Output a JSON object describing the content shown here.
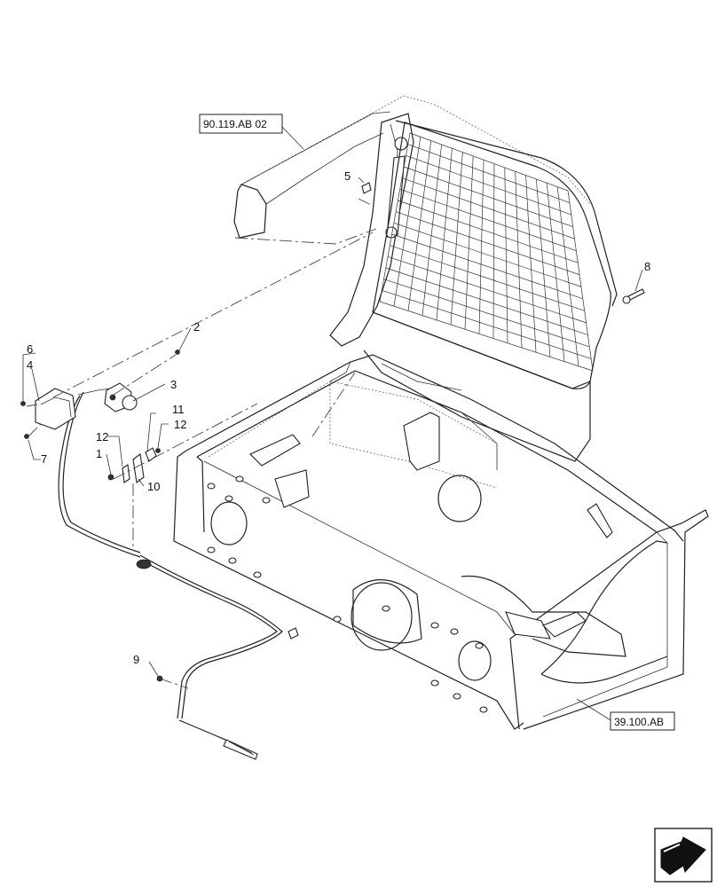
{
  "references": [
    {
      "id": "ref-cab",
      "label": "90.119.AB 02"
    },
    {
      "id": "ref-frame",
      "label": "39.100.AB"
    }
  ],
  "callouts": [
    {
      "id": "c1",
      "label": "1"
    },
    {
      "id": "c2",
      "label": "2"
    },
    {
      "id": "c3",
      "label": "3"
    },
    {
      "id": "c4",
      "label": "4"
    },
    {
      "id": "c5",
      "label": "5"
    },
    {
      "id": "c6",
      "label": "6"
    },
    {
      "id": "c7",
      "label": "7"
    },
    {
      "id": "c8",
      "label": "8"
    },
    {
      "id": "c9",
      "label": "9"
    },
    {
      "id": "c10",
      "label": "10"
    },
    {
      "id": "c11",
      "label": "11"
    },
    {
      "id": "c12a",
      "label": "12"
    },
    {
      "id": "c12b",
      "label": "12"
    }
  ],
  "icons": {
    "nav": "next-page-arrow-icon"
  }
}
